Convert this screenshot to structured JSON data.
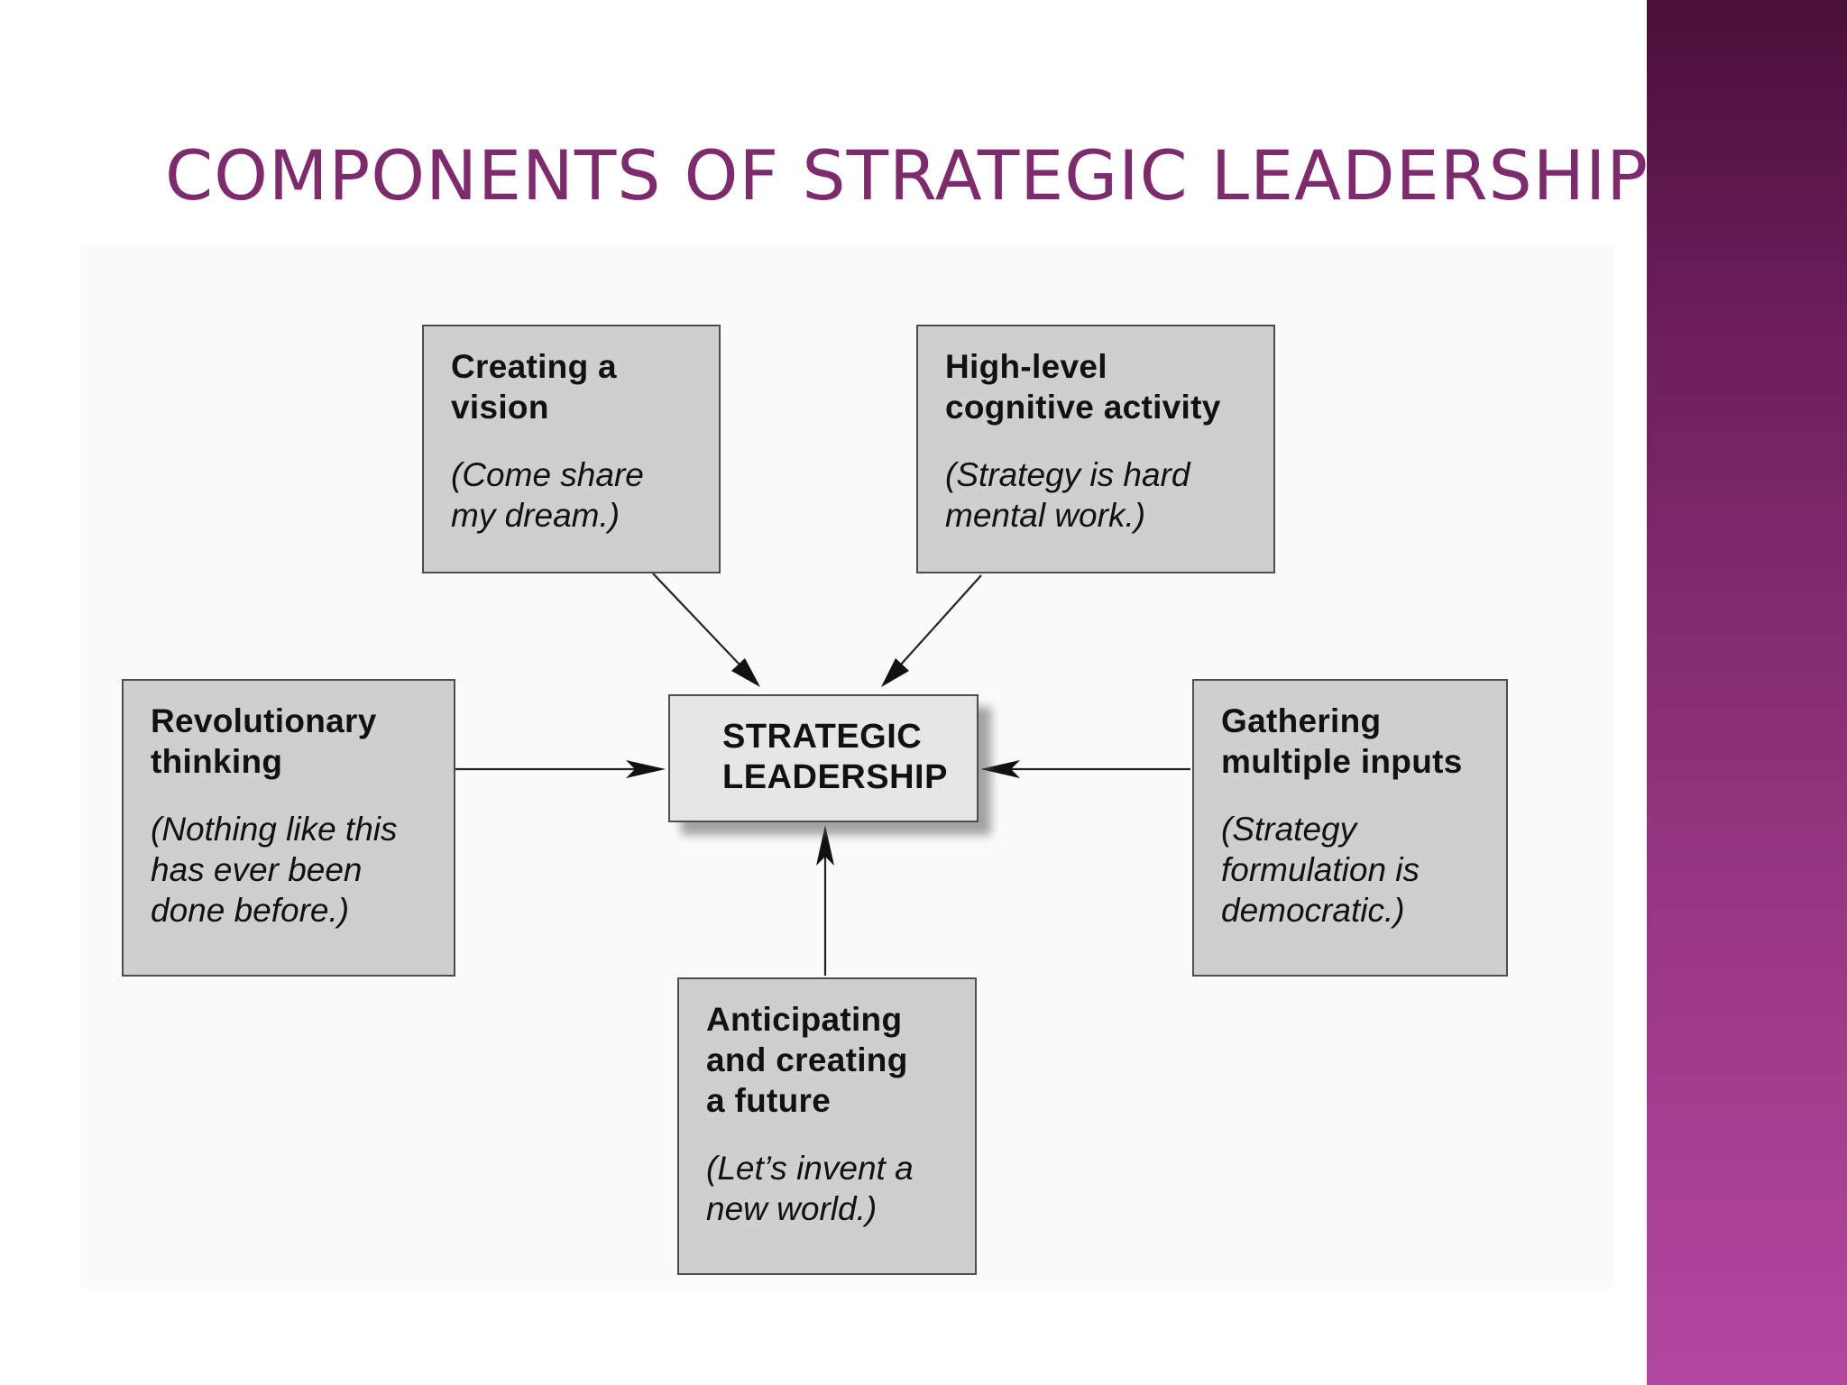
{
  "slide": {
    "title": "COMPONENTS OF STRATEGIC LEADERSHIP",
    "accent_color": "#7e2b6e",
    "band_colors": [
      "#4a0f3a",
      "#b4479f"
    ]
  },
  "diagram": {
    "center": "STRATEGIC\nLEADERSHIP",
    "components": {
      "vision": {
        "heading": "Creating a\nvision",
        "subtitle": "(Come share\nmy dream.)"
      },
      "cognitive": {
        "heading": "High-level\ncognitive activity",
        "subtitle": "(Strategy is hard\nmental work.)"
      },
      "revolutionary": {
        "heading": "Revolutionary\nthinking",
        "subtitle": "(Nothing like this\nhas ever been\ndone before.)"
      },
      "inputs": {
        "heading": "Gathering\nmultiple inputs",
        "subtitle": "(Strategy\nformulation is\ndemocratic.)"
      },
      "future": {
        "heading": "Anticipating\nand creating\na future",
        "subtitle": "(Let’s invent a\nnew world.)"
      }
    }
  }
}
